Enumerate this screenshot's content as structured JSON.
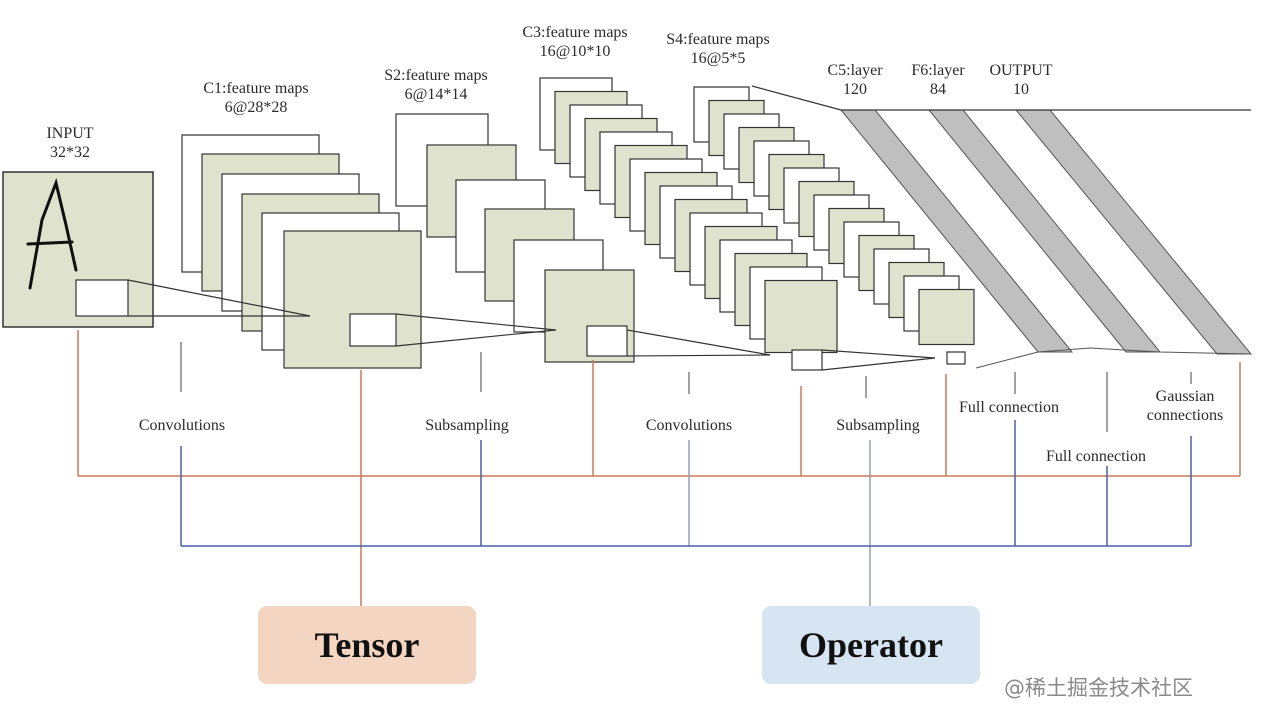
{
  "layers": {
    "input": {
      "line1": "INPUT",
      "line2": "32*32"
    },
    "c1": {
      "line1": "C1:feature maps",
      "line2": "6@28*28"
    },
    "s2": {
      "line1": "S2:feature maps",
      "line2": "6@14*14"
    },
    "c3": {
      "line1": "C3:feature maps",
      "line2": "16@10*10"
    },
    "s4": {
      "line1": "S4:feature maps",
      "line2": "16@5*5"
    },
    "c5": {
      "line1": "C5:layer",
      "line2": "120"
    },
    "f6": {
      "line1": "F6:layer",
      "line2": "84"
    },
    "output": {
      "line1": "OUTPUT",
      "line2": "10"
    }
  },
  "operations": {
    "conv1": "Convolutions",
    "sub1": "Subsampling",
    "conv2": "Convolutions",
    "sub2": "Subsampling",
    "full1": "Full connection",
    "full2": "Full connection",
    "gauss_line1": "Gaussian",
    "gauss_line2": "connections"
  },
  "legend": {
    "tensor": "Tensor",
    "operator": "Operator",
    "tensor_color": "#f4d5c2",
    "operator_color": "#d7e4f2",
    "tensor_line_color": "#c87a5a",
    "operator_line_color": "#4a5fa8"
  },
  "watermark": "@稀土掘金技术社区"
}
